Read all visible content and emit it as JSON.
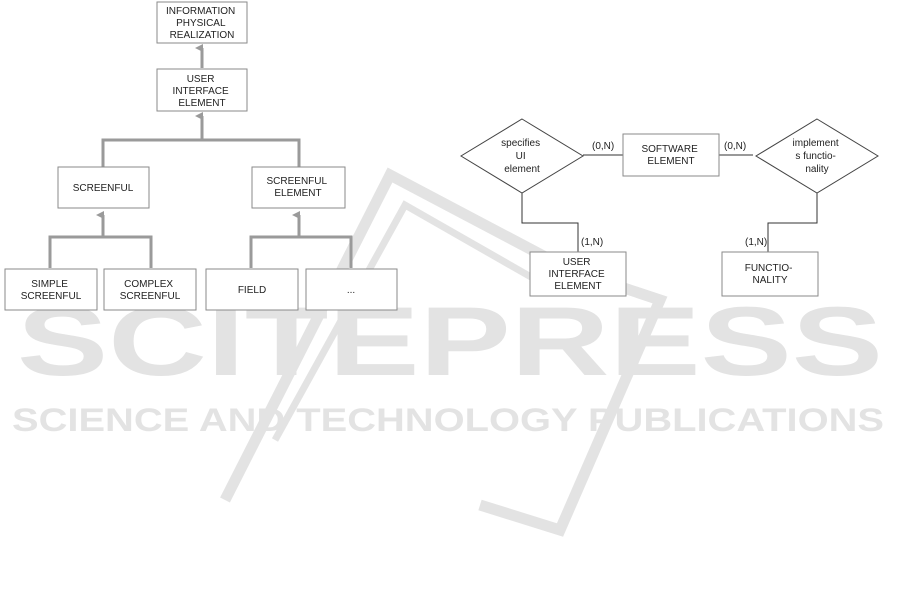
{
  "watermark": {
    "main": "SCITEPRESS",
    "sub": "SCIENCE AND TECHNOLOGY PUBLICATIONS"
  },
  "hierarchy": {
    "information_physical_realization": [
      "INFORMATION",
      "PHYSICAL",
      "REALIZATION"
    ],
    "user_interface_element": [
      "USER",
      "INTERFACE",
      "ELEMENT"
    ],
    "screenful": [
      "SCREENFUL"
    ],
    "screenful_element": [
      "SCREENFUL",
      "ELEMENT"
    ],
    "simple_screenful": [
      "SIMPLE",
      "SCREENFUL"
    ],
    "complex_screenful": [
      "COMPLEX",
      "SCREENFUL"
    ],
    "field": [
      "FIELD"
    ],
    "ellipsis": [
      "..."
    ]
  },
  "er": {
    "specifies_ui_element": [
      "specifies",
      "UI",
      "element"
    ],
    "software_element": [
      "SOFTWARE",
      "ELEMENT"
    ],
    "implements_functionality": [
      "implement",
      "s functio-",
      "nality"
    ],
    "user_interface_element": [
      "USER",
      "INTERFACE",
      "ELEMENT"
    ],
    "functionality": [
      "FUNCTIO-",
      "NALITY"
    ],
    "cardinality_left_top": "(0,N)",
    "cardinality_right_top": "(0,N)",
    "cardinality_left_bottom": "(1,N)",
    "cardinality_right_bottom": "(1,N)"
  }
}
